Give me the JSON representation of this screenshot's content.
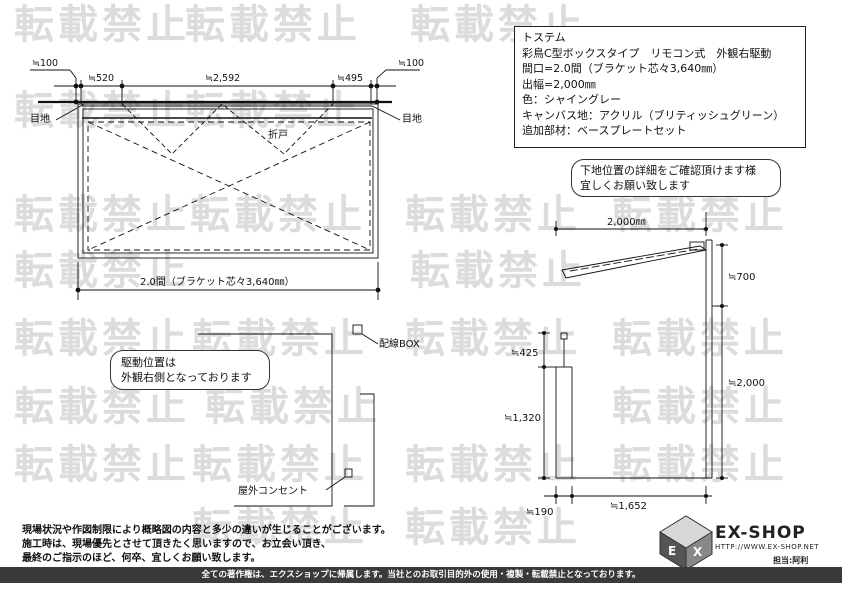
{
  "watermark": "転載禁止",
  "spec": {
    "lines": [
      "トステム",
      "彩鳥C型ボックスタイプ　リモコン式　外観右駆動",
      "間口=2.0間（ブラケット芯々3,640㎜）",
      "出幅=2,000㎜",
      "色：シャイングレー",
      "キャンバス地：アクリル（ブリティッシュグリーン）",
      "追加部材：ベースプレートセット"
    ]
  },
  "plan": {
    "dim_left_outer": "≒100",
    "dim_left_inner": "≒520",
    "dim_center": "≒2,592",
    "dim_right_inner": "≒495",
    "dim_right_outer": "≒100",
    "label_left_mejiri": "目地",
    "label_right_mejiri": "目地",
    "label_folding_door": "折戸",
    "dim_bottom": "2.0間（ブラケット芯々3,640㎜）"
  },
  "note_ground": {
    "line1": "下地位置の詳細をご確認頂けます様",
    "line2": "宜しくお願い致します"
  },
  "side": {
    "dim_projection": "2,000㎜",
    "dim_top": "≒700",
    "dim_height": "≒2,000",
    "dim_post_top": "≒425",
    "dim_post_height": "≒1,320",
    "dim_bottom_left": "≒190",
    "dim_bottom_run": "≒1,652"
  },
  "drive": {
    "line1": "駆動位置は",
    "line2": "外観右側となっております",
    "label_box": "配線BOX",
    "label_outlet": "屋外コンセント"
  },
  "notes": [
    "現場状況や作図制限により概略図の内容と多少の違いが生じることがございます。",
    "施工時は、現場優先とさせて頂きたく思いますので、お立会い頂き、",
    "最終のご指示のほど、何卒、宜しくお願い致します。"
  ],
  "logo": {
    "name": "EX-SHOP",
    "url": "HTTP://WWW.EX-SHOP.NET",
    "staff": "担当:阿利"
  },
  "footer": "全ての著作権は、エクスショップに帰属します。当社とのお取引目的外の使用・複製・転載禁止となっております。"
}
